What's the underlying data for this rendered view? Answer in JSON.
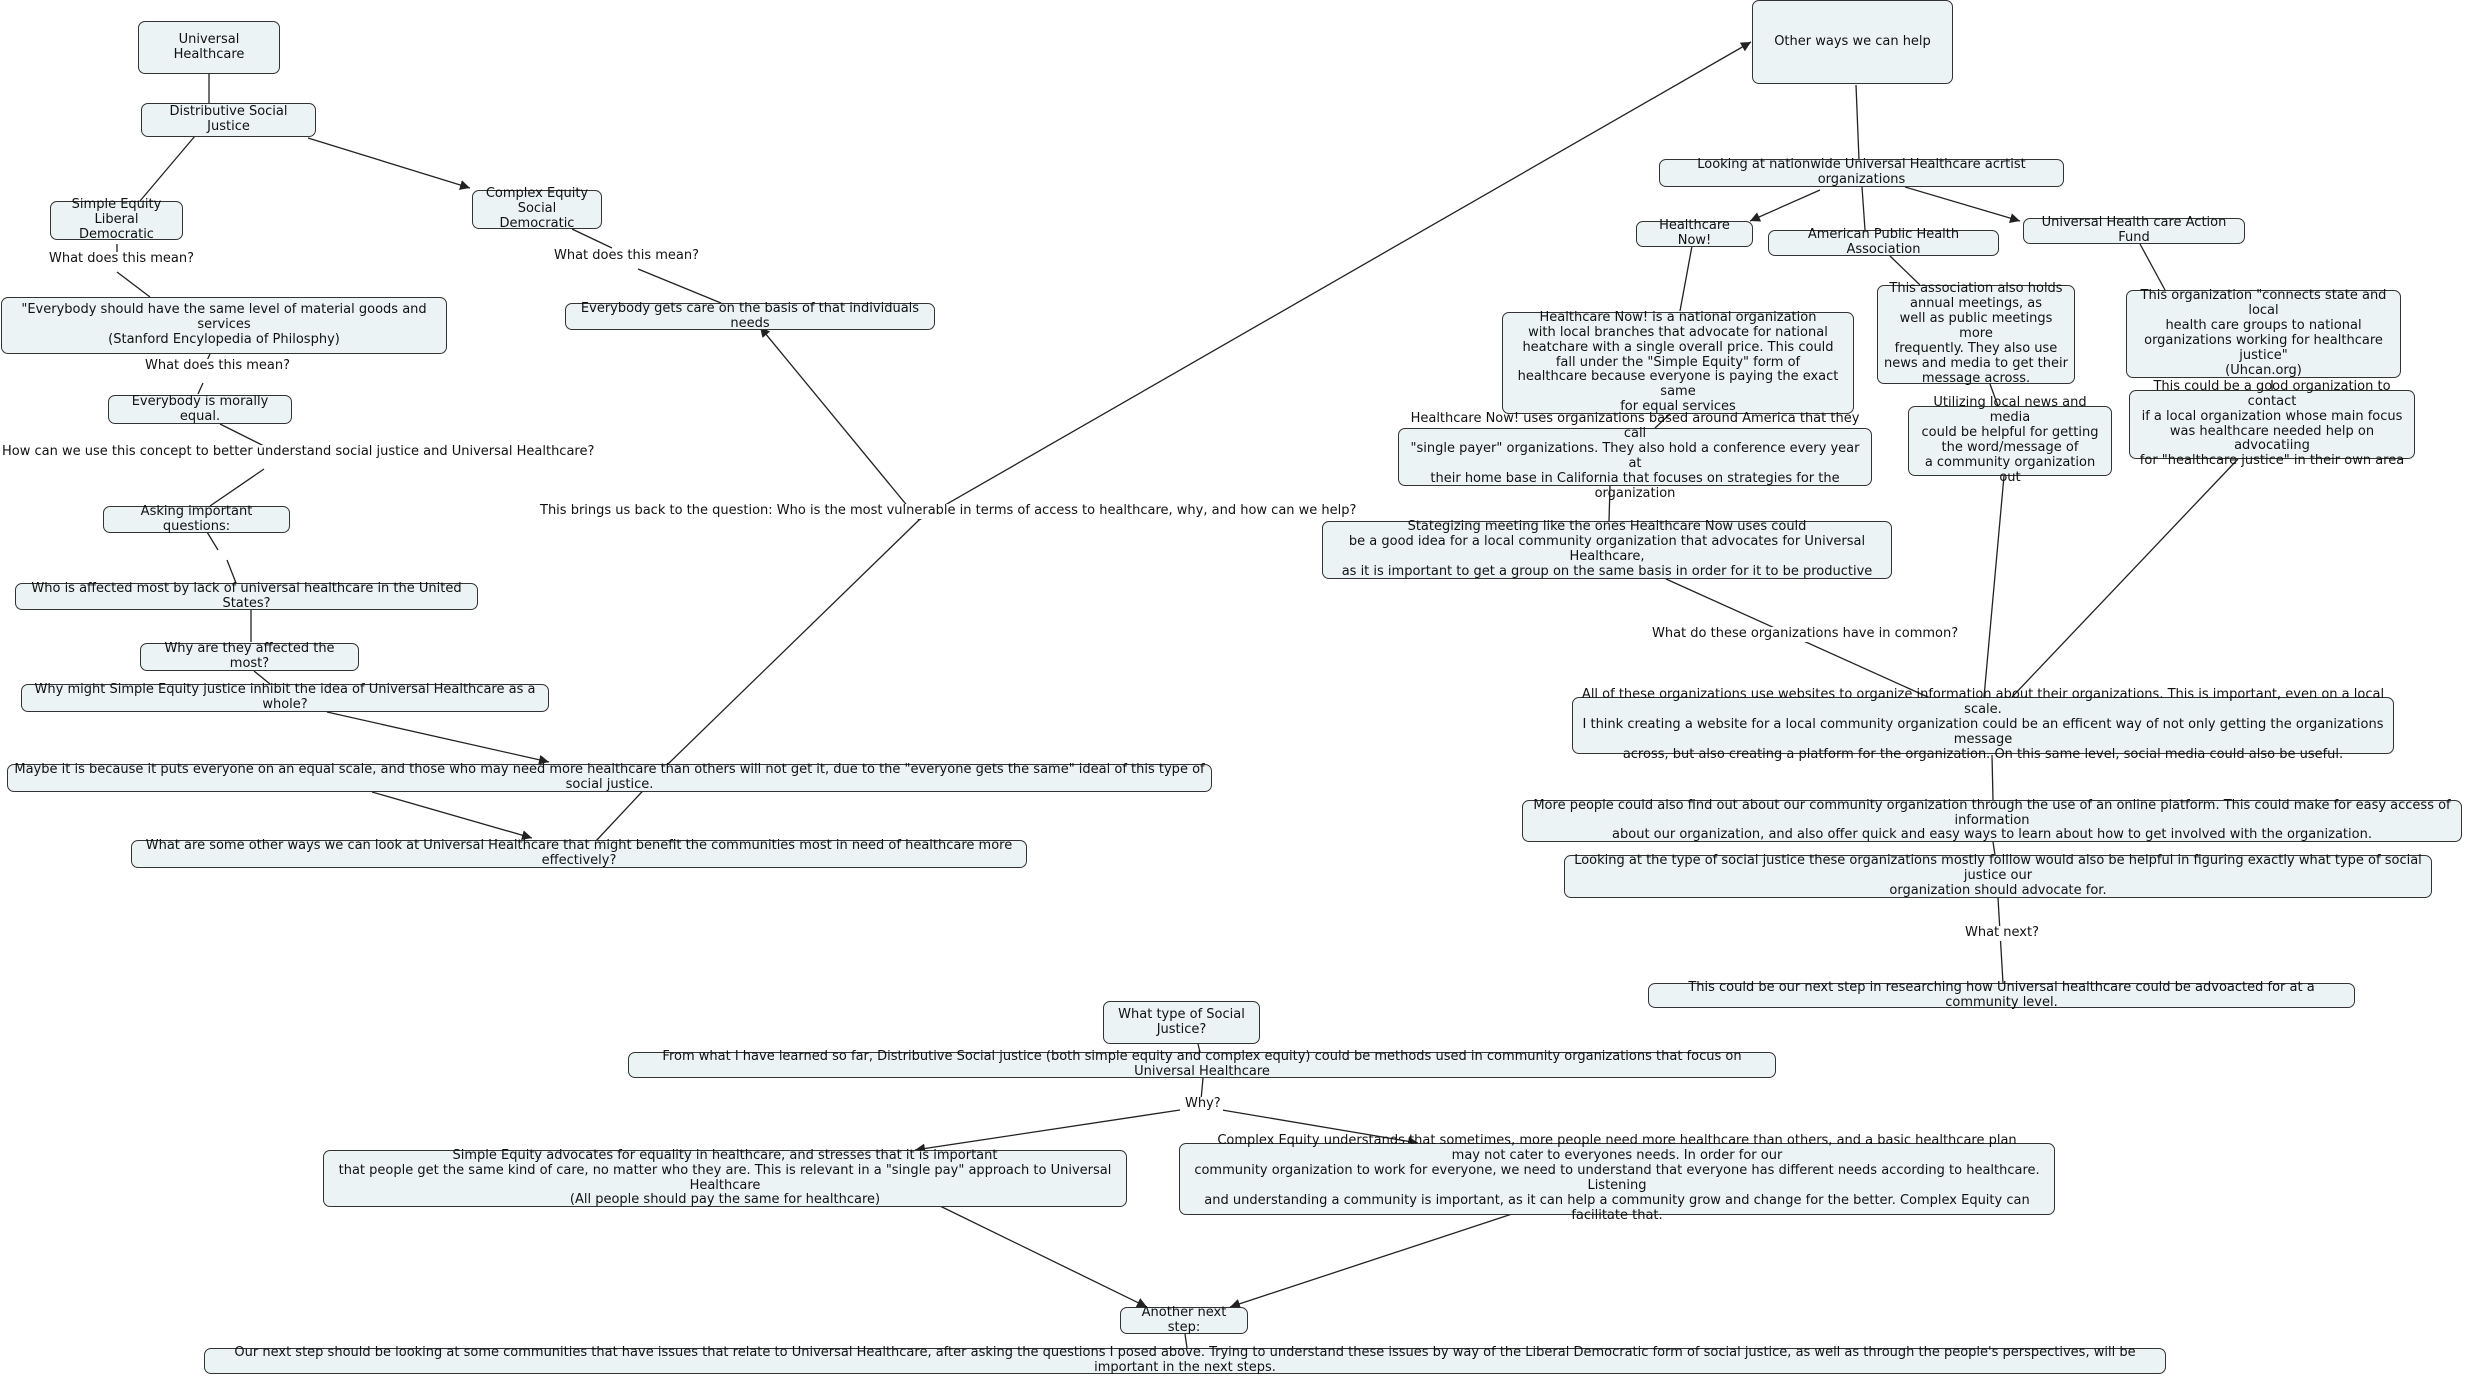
{
  "nodes": {
    "universal_healthcare": "Universal Healthcare",
    "distributive_justice": "Distributive Social Justice",
    "simple_equity": "Simple Equity\nLiberal Democratic",
    "complex_equity": "Complex Equity\nSocial Democratic",
    "everybody_same_goods": "\"Everybody should have the same level of material goods and services\n(Stanford Encylopedia of Philosphy)",
    "everybody_gets_care": "Everybody gets care on the basis of that individuals needs",
    "morally_equal": "Everybody is morally equal.",
    "asking_questions": "Asking important questions:",
    "who_affected": "Who is affected most by lack of universal healthcare in the United States?",
    "why_affected": "Why are they affected the most?",
    "why_inhibit": "Why might Simple Equity justice inhibit the idea of Universal Healthcare as a whole?",
    "maybe_because": "Maybe it is because it puts everyone on an equal scale, and those who may need more healthcare than others will not get it, due to the \"everyone gets the same\" ideal of this type of social justice.",
    "other_ways_look": "What are some other ways we can look at Universal Healthcare that might benefit the communities most in need of healthcare more effectively?",
    "other_ways_help": "Other ways we can help",
    "looking_nationwide": "Looking at nationwide Universal Healthcare acrtist organizations",
    "healthcare_now": "Healthcare Now!",
    "apha": "American Public Health Association",
    "uhcan": "Universal Health care Action Fund",
    "hcn_national": "Healthcare Now! is a national organization\nwith local branches that advocate for national\nheatchare with a single overall price. This could\nfall under the \"Simple Equity\" form of\nhealthcare because everyone is paying the exact same\nfor equal services",
    "apha_meetings": "This association also holds\nannual meetings, as\nwell as public meetings more\nfrequently. They also use\nnews and media to get their\nmessage across.",
    "uhcan_connects": "This organization \"connects state and local\nhealth care groups to national\norganizations working for healthcare\njustice\"\n(Uhcan.org)",
    "hcn_single_payer": "Healthcare Now! uses organizations based around America that they call\n\"single payer\" organizations. They also hold a conference every year at\ntheir home base in California that focuses on strategies for the organization",
    "local_news": "Utilizing local news and media\ncould be helpful for getting\nthe word/message of\na community organization out",
    "uhcan_good_idea": "This could be a good organization to contact\nif a local organization whose main focus\nwas healthcare needed help on advocatiing\nfor \"healthcare justice\" in their own area",
    "strategizing": "Stategizing meeting like the ones Healthcare Now uses could\nbe a good idea for a local community organization that advocates for Universal Healthcare,\nas it is important to get a group on the same basis in order for it to be productive",
    "websites": "All of these organizations use websites to organize information about their organizations. This is important, even on a local scale.\nI think creating a website for a local community organization could be an efficent way of not only getting the organizations message\nacross, but also creating a platform for the organization. On this same level, social media could also be useful.",
    "more_people": "More people could also find out about our community organization through the use of an online platform. This could make for easy access of information\nabout our organization, and also offer quick and easy ways to learn about how to get involved with the organization.",
    "looking_type": "Looking at the type of social justice these organizations mostly folllow would also be helpful in figuring exactly what type of social justice our\norganization should advocate for.",
    "next_step_research": "This could be our next step in researching how Universal healthcare could be advoacted for at a community level.",
    "what_type": "What type of Social Justice?",
    "from_what": "From what I have learned so far, Distributive Social justice (both simple equity and complex equity) could be methods used in community organizations that focus on Universal Healthcare",
    "simple_advocates": "Simple Equity advocates for equality in healthcare, and stresses that it is important\nthat people get the same kind of care, no matter who they are. This is relevant in a \"single pay\" approach to Universal Healthcare\n(All people should pay the same for healthcare)",
    "complex_understands": "Complex Equity understands that sometimes, more people need more healthcare than others, and a basic healthcare plan\nmay not cater to everyones needs. In order for our\ncommunity organization to work for everyone, we need to understand that everyone has different needs according to healthcare. Listening\nand understanding a community is important, as it can help a community grow and change for the better. Complex Equity can facilitate that.",
    "another_next": "Another next step:",
    "our_next": "Our next step should be looking at some communities that have issues that relate to Universal Healthcare, after asking the questions I posed above. Trying to understand these issues by way of the Liberal Democratic form of social justice, as well as through the people's perspectives, will be important in the next steps."
  },
  "labels": {
    "what_mean_1": "What does this mean?",
    "what_mean_2": "What does this mean?",
    "what_mean_3": "What does this mean?",
    "how_use": "How can we use this concept to better understand social justice and Universal Healthcare?",
    "brings_back": "This brings us back to the question: Who is the most vulnerable in terms of access to healthcare, why, and how can we help?",
    "what_common": "What do these organizations have in common?",
    "what_next": "What next?",
    "why": "Why?"
  }
}
